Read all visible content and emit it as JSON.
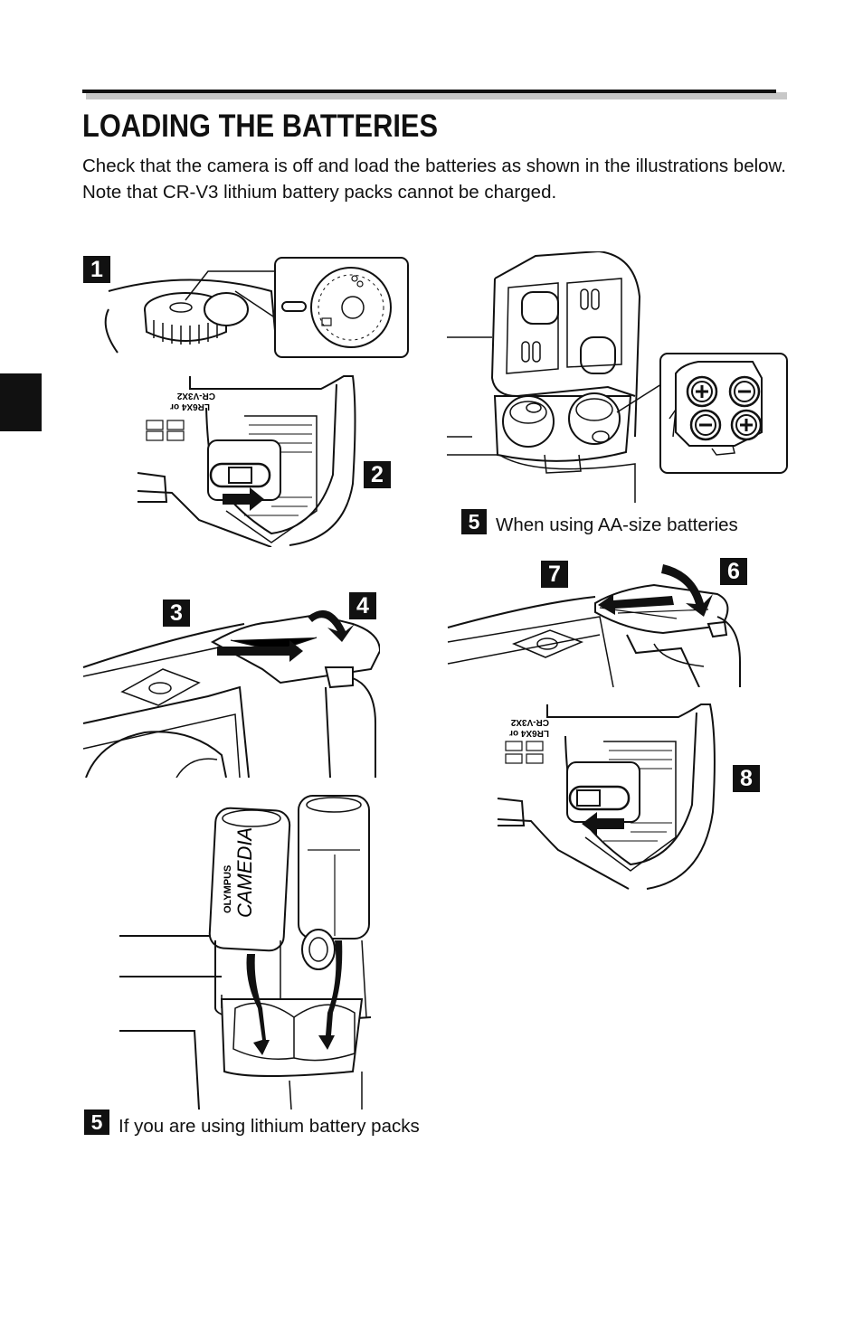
{
  "header": {
    "title": "LOADING THE BATTERIES",
    "intro": "Check that the camera is off and load the batteries as shown in the illustrations below. Note that CR-V3 lithium battery packs cannot be charged."
  },
  "steps": {
    "s1": "1",
    "s2": "2",
    "s3": "3",
    "s4": "4",
    "s5a": "5",
    "s5b": "5",
    "s6": "6",
    "s7": "7",
    "s8": "8"
  },
  "captions": {
    "aa": "When using AA-size batteries",
    "lithium": "If you are using lithium battery packs"
  },
  "labels": {
    "cover_label_1": "CR-V3X2",
    "cover_label_2": "LR6X4 or",
    "brand": "OLYMPUS",
    "pack_name": "CAMEDIA"
  },
  "icons": {
    "plus": "plus-terminal-icon",
    "minus": "minus-terminal-icon",
    "arrow": "slide-arrow-icon"
  }
}
